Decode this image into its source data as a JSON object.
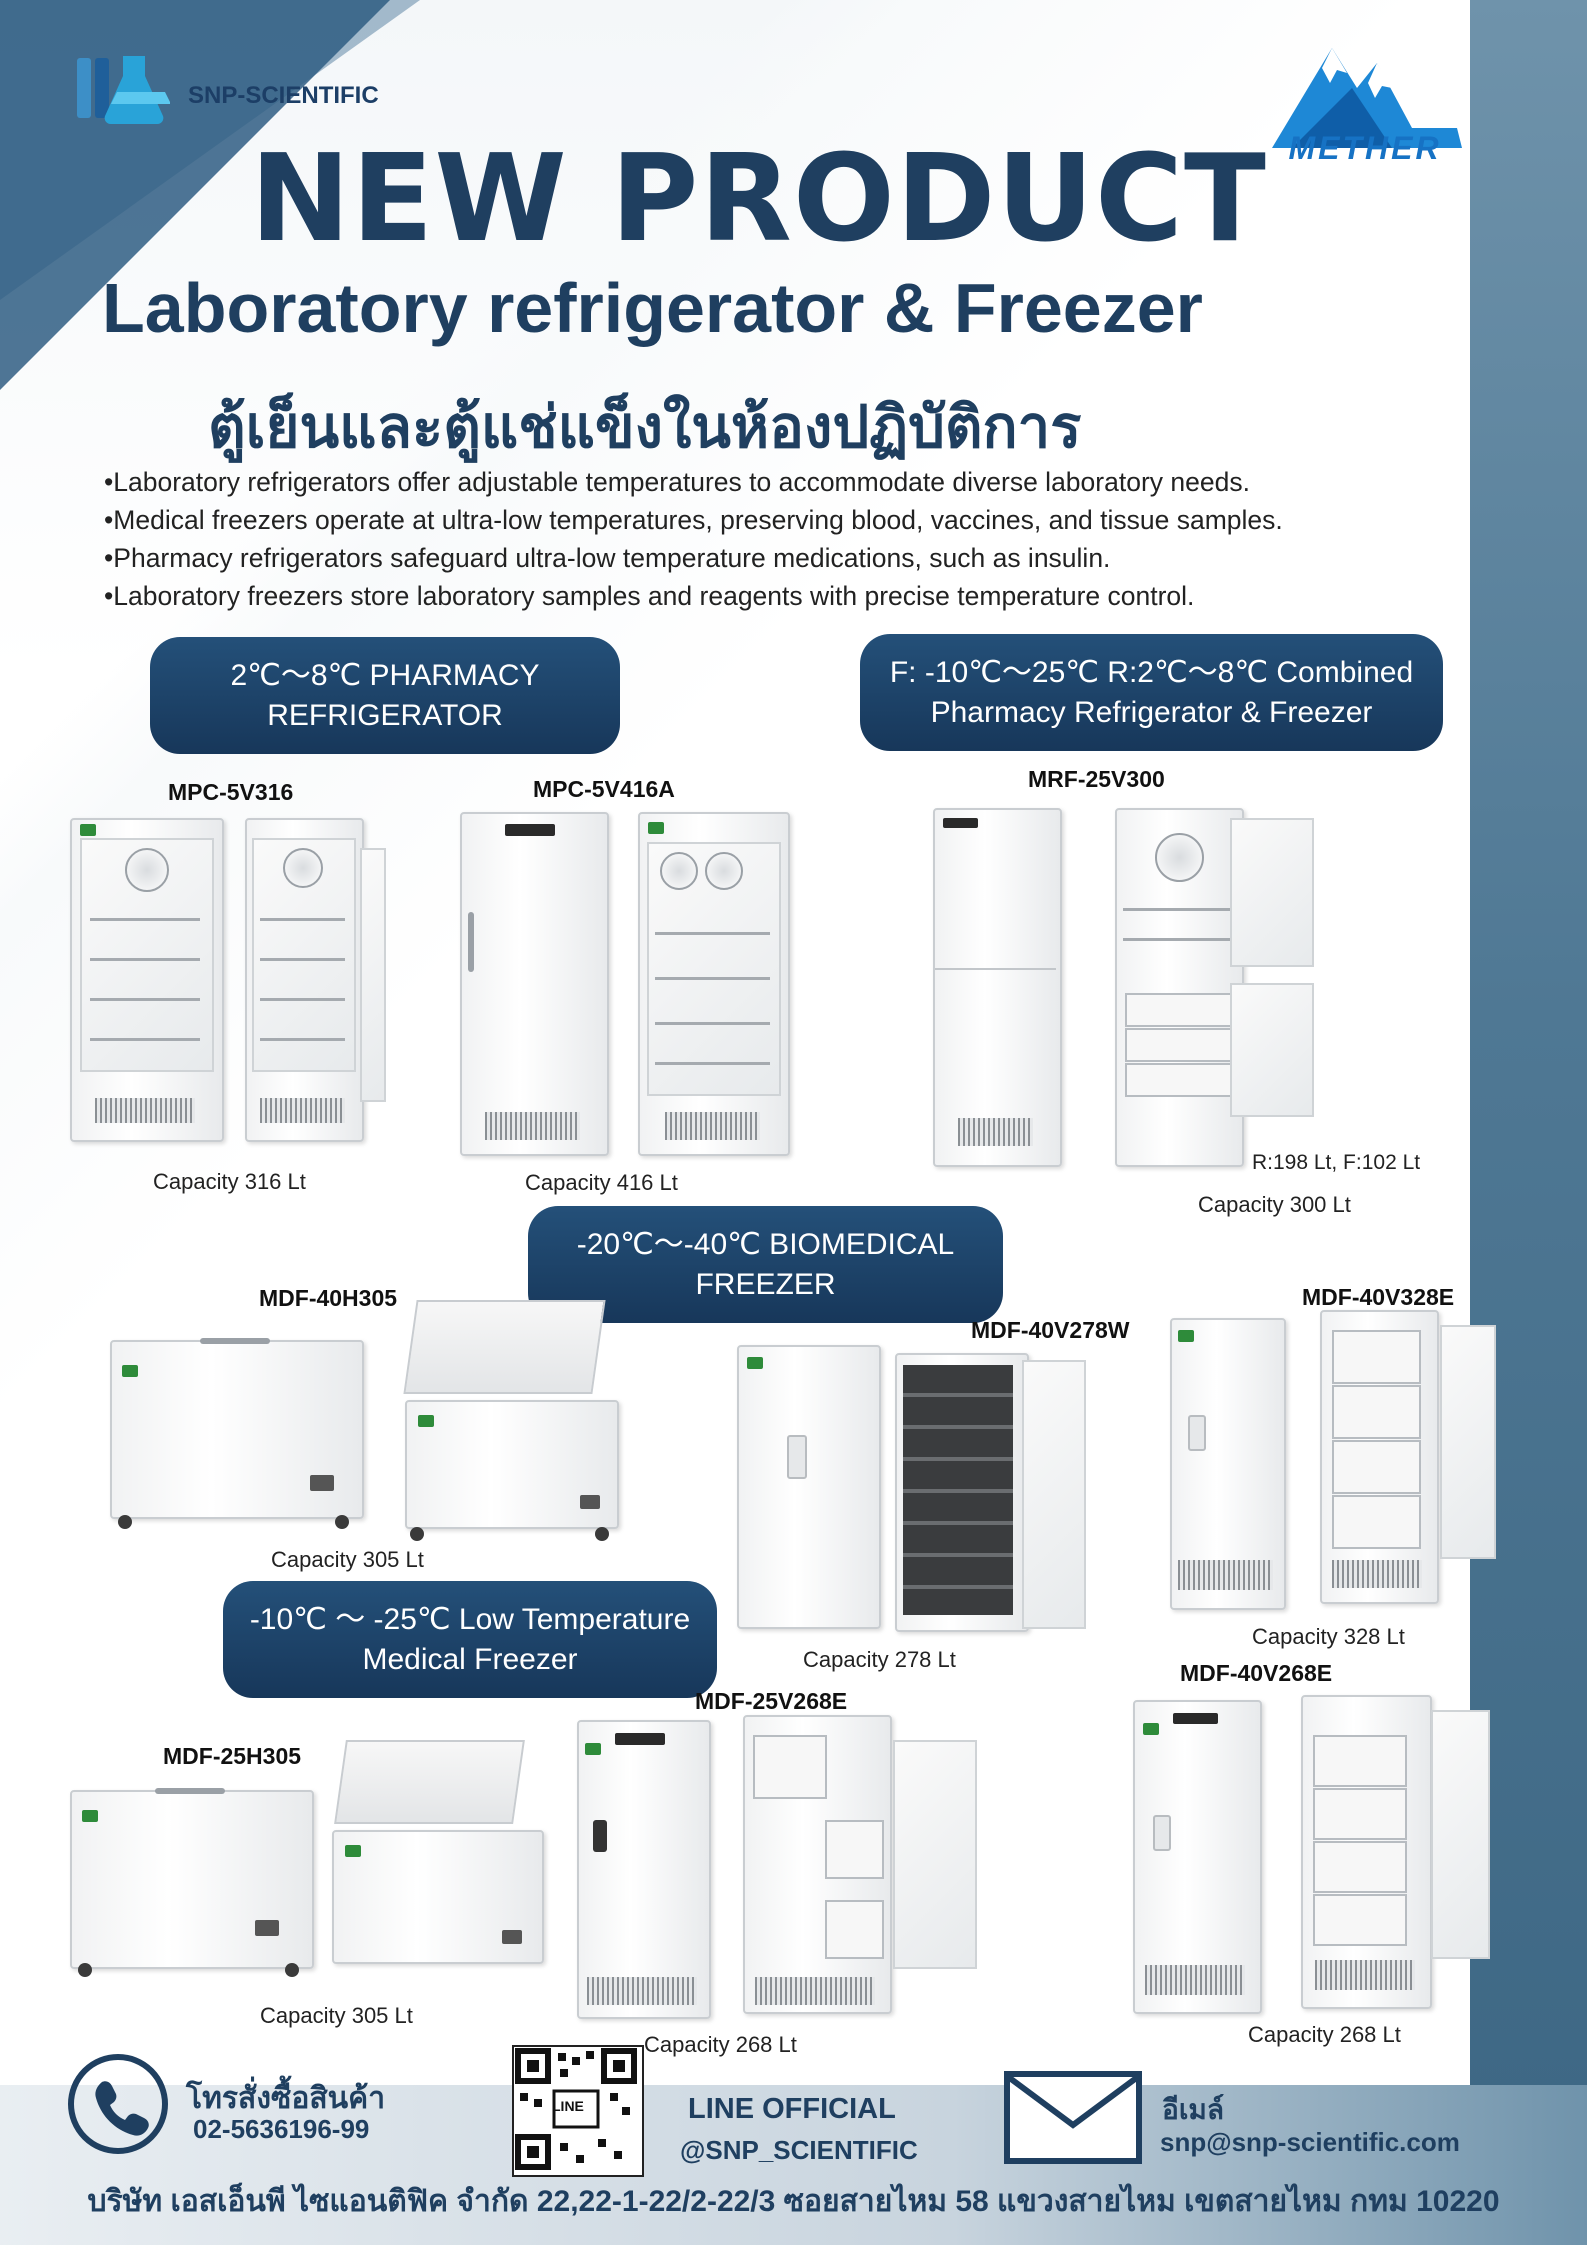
{
  "brand": {
    "name": "SNP-SCIENTIFIC",
    "partner": "METHER"
  },
  "headline": {
    "title": "NEW PRODUCT",
    "subtitle": "Laboratory refrigerator & Freezer",
    "thai_subtitle": "ตู้เย็นและตู้แช่แข็งในห้องปฏิบัติการ"
  },
  "bullets": [
    "•Laboratory refrigerators offer adjustable temperatures to accommodate diverse laboratory needs.",
    "•Medical freezers operate at ultra-low temperatures, preserving blood, vaccines, and tissue samples.",
    "•Pharmacy refrigerators safeguard ultra-low temperature medications, such as insulin.",
    "•Laboratory freezers store laboratory samples and reagents with precise temperature control."
  ],
  "categories": {
    "pharmacy": "2℃～8℃ PHARMACY\nREFRIGERATOR",
    "combined": "F: -10℃～25℃  R:2℃～8℃ Combined\nPharmacy Refrigerator & Freezer",
    "biomedical": "-20℃～-40℃ BIOMEDICAL\nFREEZER",
    "low_temp": "-10℃ ～ -25℃ Low Temperature\nMedical Freezer"
  },
  "products": {
    "mpc_5v316": {
      "model": "MPC-5V316",
      "capacity": "Capacity 316 Lt"
    },
    "mpc_5v416a": {
      "model": "MPC-5V416A",
      "capacity": "Capacity 416 Lt"
    },
    "mrf_25v300": {
      "model": "MRF-25V300",
      "capacity": "Capacity 300 Lt",
      "note": "R:198 Lt, F:102 Lt"
    },
    "mdf_40h305": {
      "model": "MDF-40H305",
      "capacity": "Capacity 305 Lt"
    },
    "mdf_40v278w": {
      "model": "MDF-40V278W",
      "capacity": "Capacity 278 Lt"
    },
    "mdf_40v328e": {
      "model": "MDF-40V328E",
      "capacity": "Capacity 328 Lt"
    },
    "mdf_25h305": {
      "model": "MDF-25H305",
      "capacity": "Capacity 305 Lt"
    },
    "mdf_25v268e": {
      "model": "MDF-25V268E",
      "capacity": "Capacity 268 Lt"
    },
    "mdf_40v268e": {
      "model": "MDF-40V268E",
      "capacity": "Capacity 268 Lt"
    }
  },
  "contact": {
    "phone_label": "โทรสั่งซื้อสินค้า",
    "phone": "02-5636196-99",
    "line_label": "LINE OFFICIAL",
    "line_id": "@SNP_SCIENTIFIC",
    "qr_text": "LINE",
    "email_label": "อีเมล์",
    "email": "snp@snp-scientific.com"
  },
  "address": "บริษัท เอสเอ็นพี ไซแอนติฟิค จำกัด 22,22-1-22/2-22/3 ซอยสายไหม 58 แขวงสายไหม เขตสายไหม กทม 10220",
  "colors": {
    "navy": "#1f3f60",
    "pill": "#1c4368",
    "accent_blue": "#2f5d82"
  },
  "icons": [
    "flask-logo-icon",
    "mountain-logo-icon",
    "phone-icon",
    "qr-code-icon",
    "envelope-icon"
  ]
}
